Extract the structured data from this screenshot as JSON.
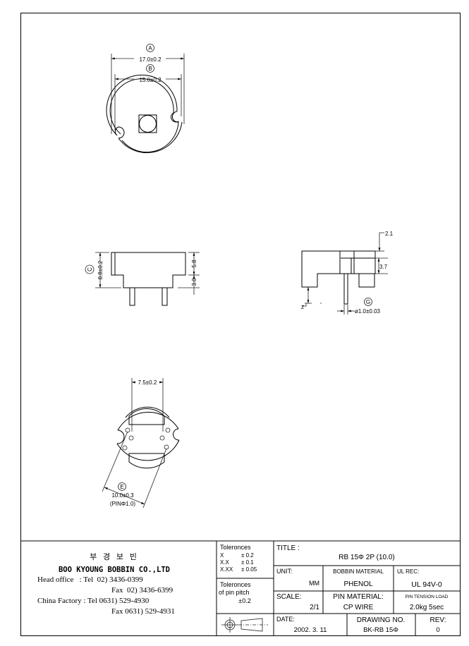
{
  "drawing": {
    "top_view": {
      "label_a": "A",
      "dim_a": "17.0±0.2",
      "label_b": "B",
      "dim_b": "15.0±0.2"
    },
    "side_view": {
      "label_c": "C",
      "dim_c": "8.8±0.2",
      "dim_top": "5.8",
      "dim_bottom": "3.0"
    },
    "front_view": {
      "dim_top": "2.1",
      "dim_slot": "3.7",
      "label_z": "Z",
      "label_g": "G",
      "dim_pin": "ø1.0±0.03"
    },
    "bottom_view": {
      "dim_width": "7.5±0.2",
      "label_e": "E",
      "dim_pitch": "10.0±0.3",
      "pin_note": "(PINΦ1.0)"
    }
  },
  "company": {
    "name_korean": "부 경 보 빈",
    "name": "BOO KYOUNG BOBBIN CO.,LTD",
    "lines": [
      "Head office   : Tel  02) 3436-0399",
      "Fax  02) 3436-6399",
      "China Factory : Tel 0631) 529-4930",
      "Fax 0631) 529-4931"
    ]
  },
  "tolerances": {
    "title": "Toleronces",
    "rows": [
      [
        "X",
        "± 0.2"
      ],
      [
        "X.X",
        "± 0.1"
      ],
      [
        "X.XX",
        "± 0.05"
      ]
    ],
    "pin_title_1": "Toleronces",
    "pin_title_2": "of pin pitch",
    "pin_value": "±0.2"
  },
  "title_block": {
    "title_label": "TITLE :",
    "title": "RB 15Φ 2P (10.0)",
    "unit_label": "UNIT:",
    "unit": "MM",
    "bobbin_material_label": "BOBBIN MATERIAL",
    "bobbin_material": "PHENOL",
    "ul_label": "UL REC:",
    "ul": "UL 94V-0",
    "scale_label": "SCALE:",
    "scale": "2/1",
    "pin_material_label": "PIN MATERIAL:",
    "pin_material": "CP WIRE",
    "pin_tension_label": "PIN TENSION LOAD",
    "pin_tension": "2.0kg 5sec",
    "date_label": "DATE:",
    "date": "2002. 3. 11",
    "drawing_no_label": "DRAWING NO.",
    "drawing_no": "BK-RB 15Φ",
    "rev_label": "REV:",
    "rev": "0"
  }
}
